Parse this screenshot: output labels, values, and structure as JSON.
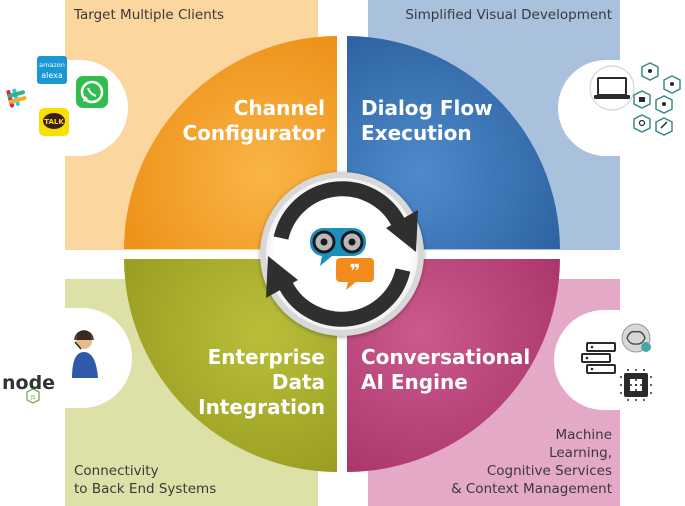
{
  "corners": {
    "top_left": "Target Multiple Clients",
    "top_right": "Simplified Visual Development",
    "bottom_left_line1": "Connectivity",
    "bottom_left_line2": "to Back End Systems",
    "bottom_right_line1": "Machine",
    "bottom_right_line2": "Learning,",
    "bottom_right_line3": "Cognitive Services",
    "bottom_right_line4": "& Context Management"
  },
  "quadrants": {
    "channel": {
      "line1": "Channel",
      "line2": "Configurator"
    },
    "dialog": {
      "line1": "Dialog Flow",
      "line2": "Execution"
    },
    "enterprise": {
      "line1": "Enterprise",
      "line2": "Data",
      "line3": "Integration"
    },
    "conversational": {
      "line1": "Conversational",
      "line2": "AI Engine"
    }
  },
  "logos": {
    "amazon_alexa_line1": "amazon",
    "amazon_alexa_line2": "alexa",
    "kakao_talk": "TALK",
    "node": "node",
    "node_small": "JS"
  },
  "colors": {
    "top_left_panel": "#fbd69e",
    "top_right_panel": "#a9c1dd",
    "bottom_left_panel": "#dde1a8",
    "bottom_right_panel": "#e3a9c6",
    "channel_quadrant": "#f6a128",
    "dialog_quadrant": "#3f79bb",
    "enterprise_quadrant": "#a9ae2b",
    "conversational_quadrant": "#c0467d",
    "center_arrows": "#2f2f2f"
  }
}
